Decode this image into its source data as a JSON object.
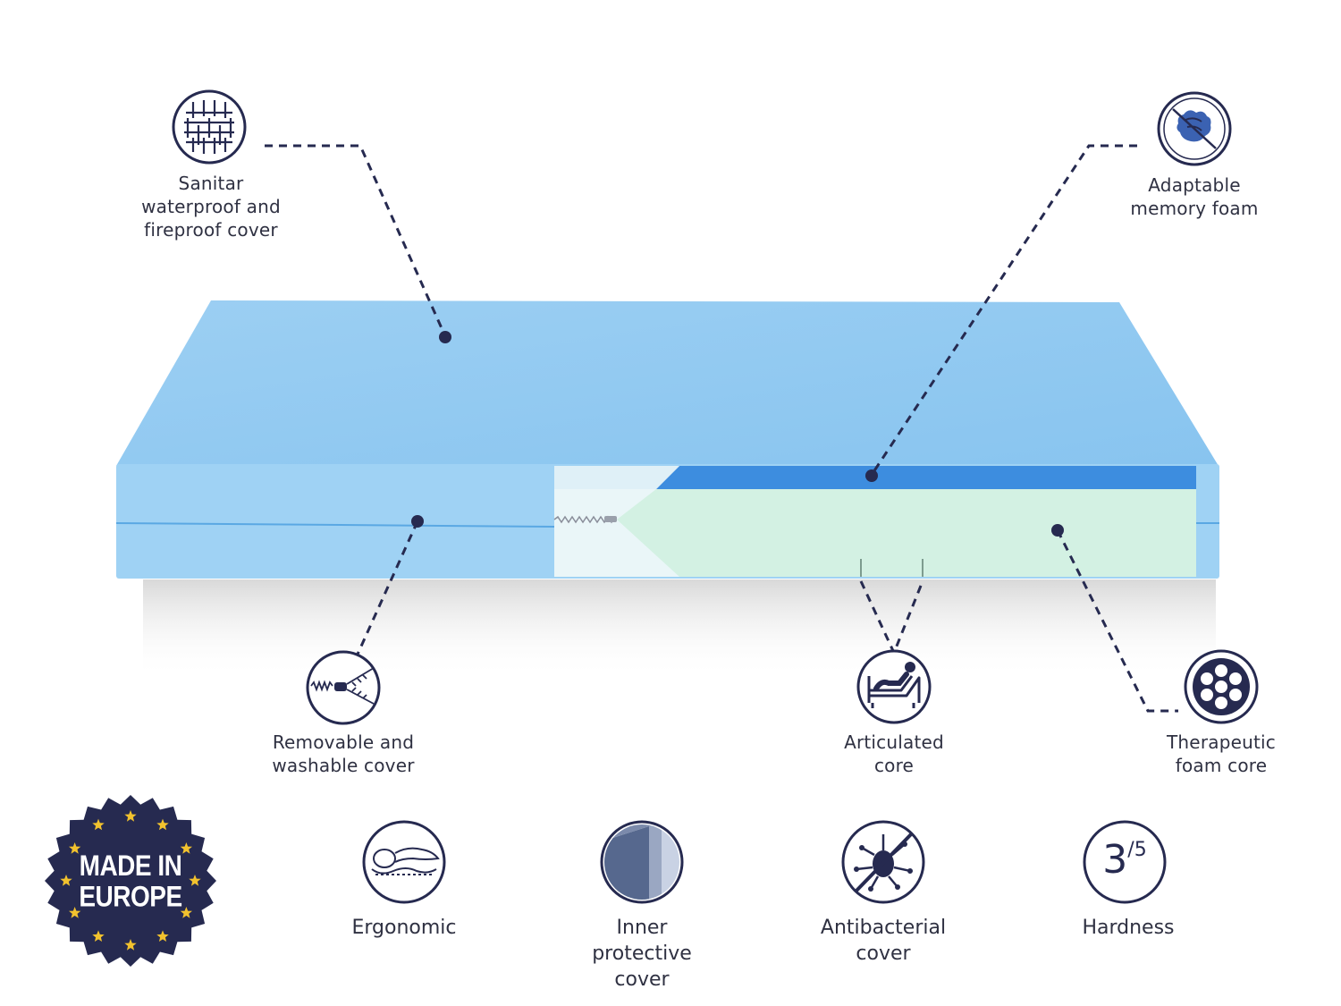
{
  "callouts": {
    "sanitar_cover": [
      "Sanitar",
      "waterproof and",
      "fireproof cover"
    ],
    "memory_foam": [
      "Adaptable",
      "memory foam"
    ],
    "removable_cover": [
      "Removable and",
      "washable cover"
    ],
    "articulated_core": [
      "Articulated",
      "core"
    ],
    "therapeutic_core": [
      "Therapeutic",
      "foam core"
    ]
  },
  "features": {
    "ergonomic": [
      "Ergonomic"
    ],
    "inner_cover": [
      "Inner",
      "protective",
      "cover"
    ],
    "antibacterial": [
      "Antibacterial",
      "cover"
    ],
    "hardness": [
      "Hardness"
    ]
  },
  "hardness_value": {
    "numerator": "3",
    "denominator": "/5"
  },
  "badge": {
    "line1": "MADE IN",
    "line2": "EUROPE"
  },
  "colors": {
    "navy": "#262a50",
    "mattress_top": "#94cbf1",
    "mattress_side": "#9fd2f4",
    "memory_foam": "#3d8ddf",
    "core_foam": "#d3f1e3",
    "badge_star": "#f2c22e"
  },
  "icons": {
    "sanitar_cover": "woven-fabric-icon",
    "memory_foam": "hand-press-icon",
    "removable_cover": "zipper-icon",
    "articulated_core": "hospital-bed-icon",
    "therapeutic_core": "foam-cells-icon",
    "ergonomic": "body-contour-icon",
    "inner_cover": "foam-layer-icon",
    "antibacterial": "no-bacteria-icon"
  }
}
